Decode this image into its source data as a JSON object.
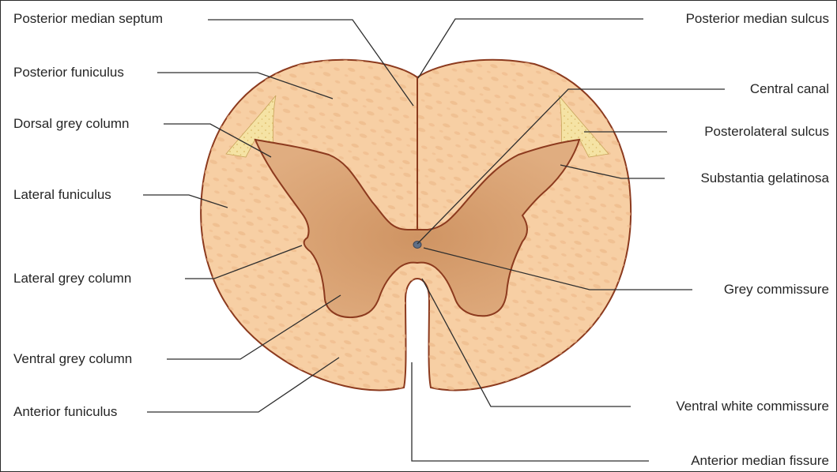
{
  "labels_left": [
    "Posterior median septum",
    "Posterior funiculus",
    "Dorsal grey column",
    "Lateral funiculus",
    "Lateral grey column",
    "Ventral grey column",
    "Anterior funiculus"
  ],
  "labels_right": [
    "Posterior median sulcus",
    "Central canal",
    "Posterolateral sulcus",
    "Substantia gelatinosa",
    "Grey commissure",
    "Ventral white commissure",
    "Anterior median fissure"
  ],
  "colors": {
    "white_matter": "#f7cfa4",
    "white_matter_mottle": "#eeb989",
    "grey_matter": "#dca77a",
    "grey_matter_shade": "#c98e5e",
    "substantia_gelatinosa": "#f5e3a4",
    "outline": "#8c3a1e",
    "leader_line": "#2e2e2e",
    "central_canal": "#5f6f86"
  }
}
